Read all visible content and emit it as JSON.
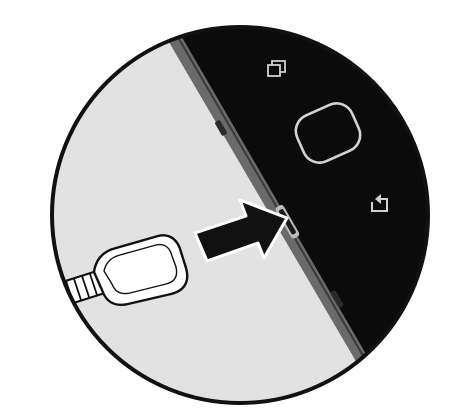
{
  "figure": {
    "subject": "usb-cable-charging-port-illustration",
    "elements": {
      "circle_frame": "magnifier-circle",
      "device": "phone-bottom-edge",
      "recent_apps": "recent-apps-icon",
      "home": "home-button",
      "back": "back-icon",
      "port": "charging-port",
      "arrow": "insert-arrow",
      "plug": "usb-c-plug",
      "cable": "cable"
    }
  },
  "colors": {
    "background": "#ffffff",
    "circle_outline": "#111111",
    "surface_light": "#e2e2e2",
    "device_body": "#0b0b0b",
    "device_edge": "#6a6a6a",
    "icon_stroke": "#d2d2d2",
    "arrow_fill": "#111111",
    "plug_fill": "#ffffff",
    "cable_fill": "#f2f2f2"
  }
}
